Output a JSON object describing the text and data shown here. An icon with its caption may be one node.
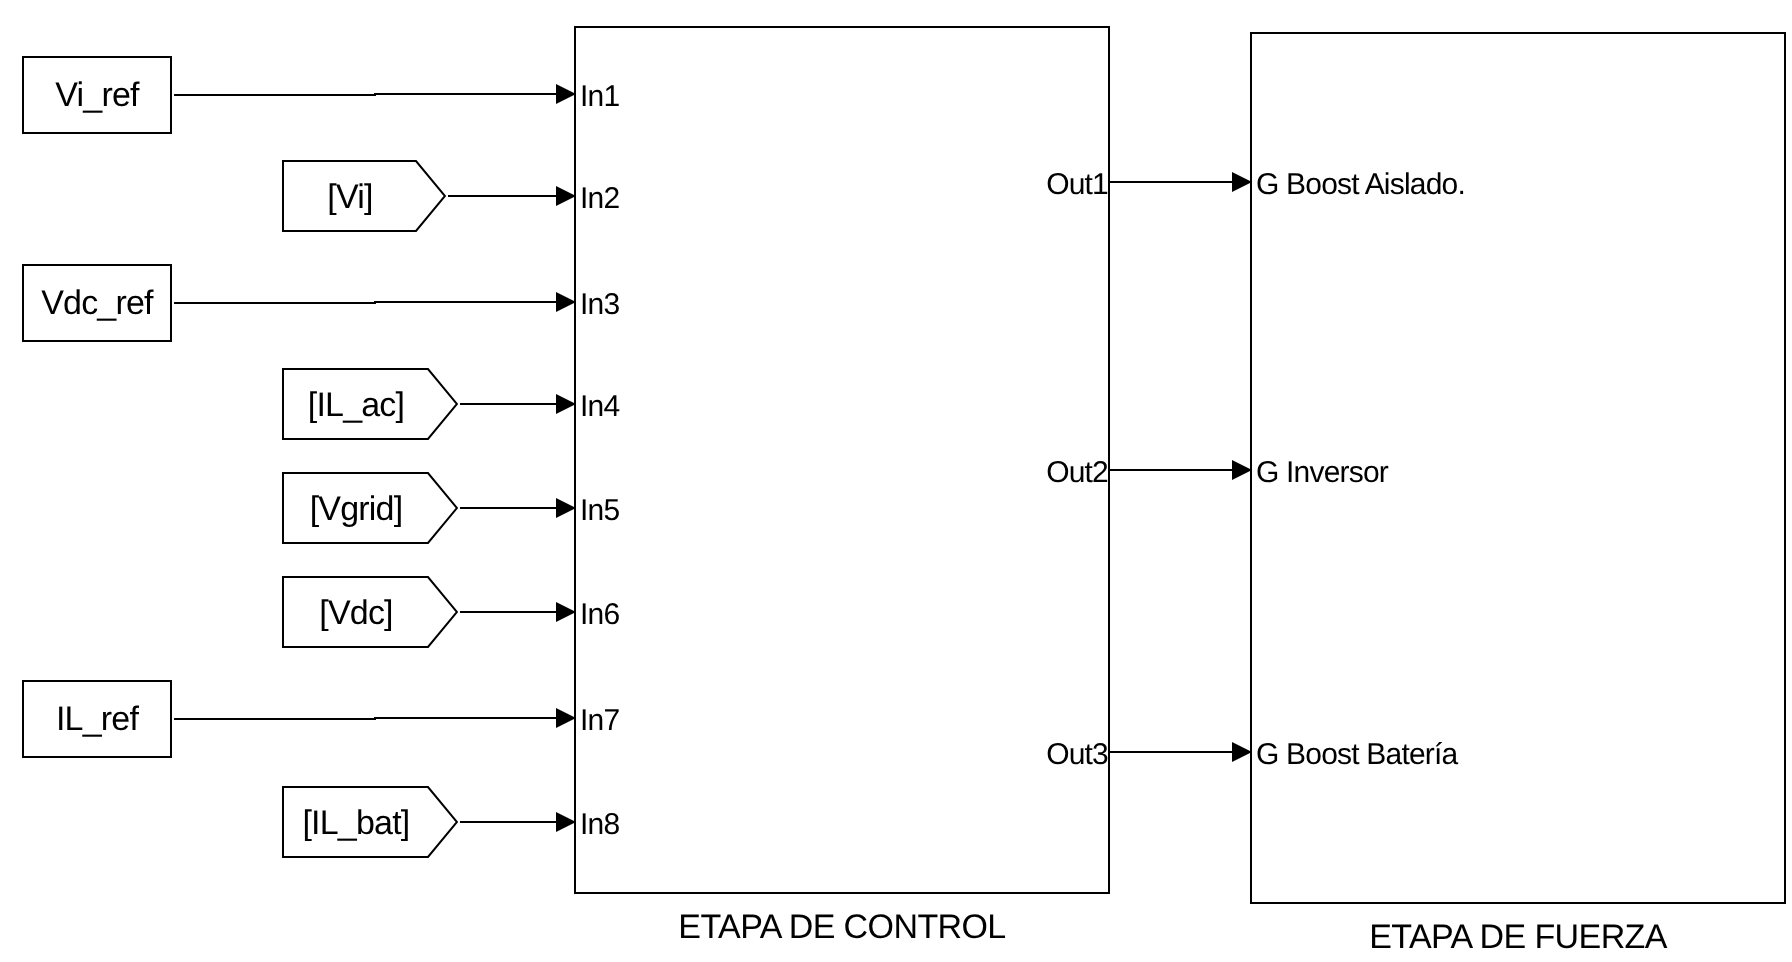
{
  "diagram": {
    "nodes": [
      {
        "text": [
          "Vi_ref"
        ]
      },
      {
        "text": [
          "[Vi]"
        ]
      },
      {
        "text": [
          "Vdc_ref"
        ]
      },
      {
        "text": [
          "[IL_ac]"
        ]
      },
      {
        "text": [
          "[Vgrid]"
        ]
      },
      {
        "text": [
          "[Vdc]"
        ]
      },
      {
        "text": [
          "IL_ref"
        ]
      },
      {
        "text": [
          "[IL_bat]"
        ]
      },
      {
        "text": [
          "ETAPA DE CONTROL"
        ]
      },
      {
        "text": [
          "In1"
        ],
        "in": 8
      },
      {
        "text": [
          "In2"
        ],
        "in": 8
      },
      {
        "text": [
          "In3"
        ],
        "in": 8
      },
      {
        "text": [
          "In4"
        ],
        "in": 8
      },
      {
        "text": [
          "In5"
        ],
        "in": 8
      },
      {
        "text": [
          "In6"
        ],
        "in": 8
      },
      {
        "text": [
          "In7"
        ],
        "in": 8
      },
      {
        "text": [
          "In8"
        ],
        "in": 8
      },
      {
        "text": [
          "Out1"
        ],
        "in": 8
      },
      {
        "text": [
          "Out2"
        ],
        "in": 8
      },
      {
        "text": [
          "Out3"
        ],
        "in": 8
      },
      {
        "text": [
          "ETAPA DE FUERZA"
        ]
      },
      {
        "text": [
          "G Boost Aislado."
        ],
        "in": 20
      },
      {
        "text": [
          "G Inversor"
        ],
        "in": 20
      },
      {
        "text": [
          "G Boost Batería"
        ],
        "in": 20
      }
    ],
    "edges": [
      {
        "from": 0,
        "to": 9,
        "arrow": "to"
      },
      {
        "from": 1,
        "to": 10,
        "arrow": "to"
      },
      {
        "from": 2,
        "to": 11,
        "arrow": "to"
      },
      {
        "from": 3,
        "to": 12,
        "arrow": "to"
      },
      {
        "from": 4,
        "to": 13,
        "arrow": "to"
      },
      {
        "from": 5,
        "to": 14,
        "arrow": "to"
      },
      {
        "from": 6,
        "to": 15,
        "arrow": "to"
      },
      {
        "from": 7,
        "to": 16,
        "arrow": "to"
      },
      {
        "from": 17,
        "to": 21,
        "arrow": "to"
      },
      {
        "from": 18,
        "to": 22,
        "arrow": "to"
      },
      {
        "from": 19,
        "to": 23,
        "arrow": "to"
      }
    ]
  }
}
